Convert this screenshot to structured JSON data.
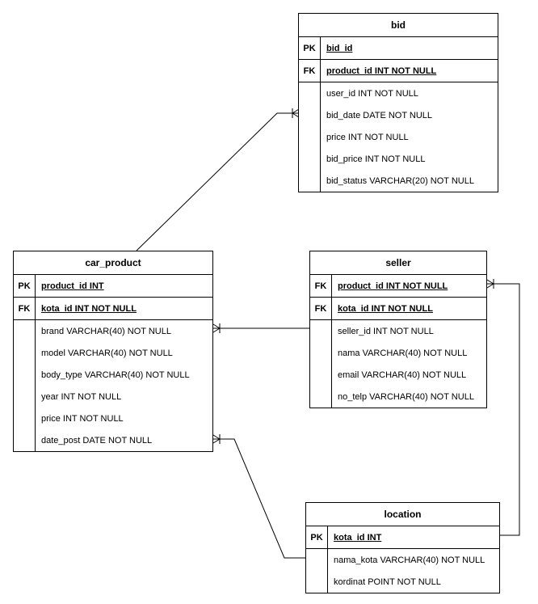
{
  "tables": {
    "bid": {
      "name": "bid",
      "keys": [
        {
          "type": "PK",
          "field": "bid_id"
        },
        {
          "type": "FK",
          "field": "product_id INT NOT NULL"
        }
      ],
      "attributes": [
        "user_id INT NOT NULL",
        "bid_date DATE NOT NULL",
        "price INT NOT NULL",
        "bid_price INT NOT NULL",
        "bid_status VARCHAR(20) NOT NULL"
      ]
    },
    "car_product": {
      "name": "car_product",
      "keys": [
        {
          "type": "PK",
          "field": "product_id INT"
        },
        {
          "type": "FK",
          "field": "kota_id INT NOT NULL"
        }
      ],
      "attributes": [
        "brand VARCHAR(40) NOT NULL",
        "model VARCHAR(40) NOT NULL",
        "body_type VARCHAR(40) NOT NULL",
        "year INT NOT NULL",
        "price INT NOT NULL",
        "date_post DATE NOT NULL"
      ]
    },
    "seller": {
      "name": "seller",
      "keys": [
        {
          "type": "FK",
          "field": "product_id INT NOT NULL"
        },
        {
          "type": "FK",
          "field": "kota_id INT NOT NULL"
        }
      ],
      "attributes": [
        "seller_id INT NOT NULL",
        "nama VARCHAR(40) NOT NULL",
        "email VARCHAR(40) NOT NULL",
        "no_telp VARCHAR(40) NOT NULL"
      ]
    },
    "location": {
      "name": "location",
      "keys": [
        {
          "type": "PK",
          "field": "kota_id INT"
        }
      ],
      "attributes": [
        "nama_kota VARCHAR(40) NOT NULL",
        "kordinat POINT NOT NULL"
      ]
    }
  },
  "line_color": "#000000"
}
